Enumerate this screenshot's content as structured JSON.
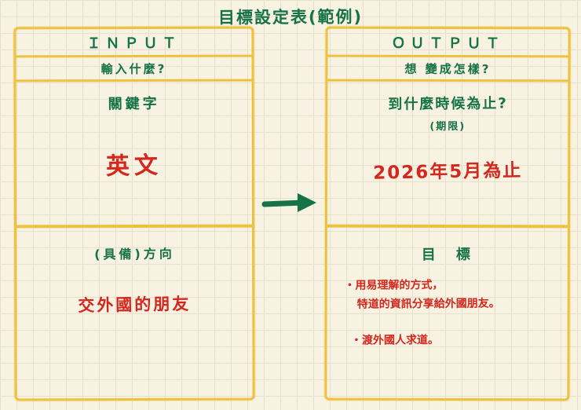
{
  "title": "目標設定表(範例)",
  "colors": {
    "background": "#f7f2e1",
    "grid": "#e7e0ca",
    "box_border": "#eec23f",
    "green": "#157347",
    "red": "#d2281e"
  },
  "input_panel": {
    "header": "ＩＮＰＵＴ",
    "question": "輸入什麼?",
    "keyword_label": "關鍵字",
    "keyword_value": "英文",
    "direction_label": "(具備)方向",
    "direction_value": "交外國的朋友"
  },
  "output_panel": {
    "header": "ＯＵＴＰＵＴ",
    "question": "想 變成怎樣?",
    "deadline_label": "到什麼時候為止?",
    "deadline_sublabel": "(期限)",
    "deadline_value": "2026年5月為止",
    "goal_label": "目　標",
    "goal_lines": [
      "・用易理解的方式，",
      "特道的資訊分享給外國朋友。",
      "・渡外國人求道。"
    ]
  },
  "arrow": {
    "name": "input-to-output-arrow",
    "color": "#157347"
  }
}
